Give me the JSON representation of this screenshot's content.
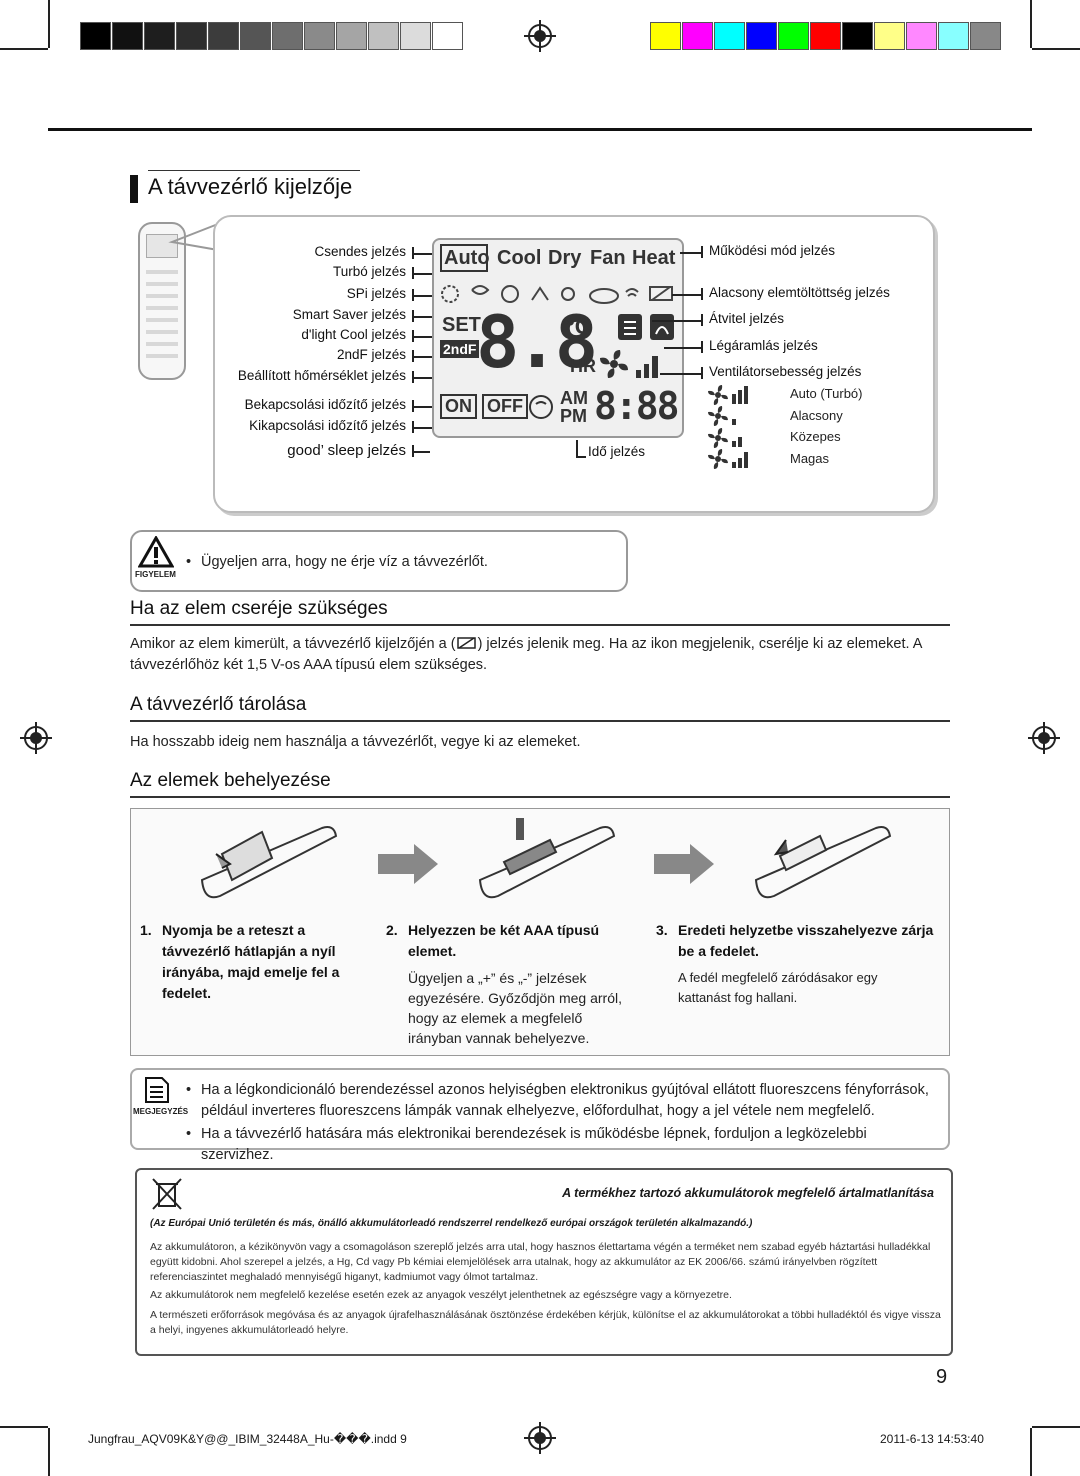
{
  "header": {
    "gray_bars": [
      "#000000",
      "#111111",
      "#1e1e1e",
      "#2d2d2d",
      "#3c3c3c",
      "#555555",
      "#6e6e6e",
      "#8a8a8a",
      "#a5a5a5",
      "#c0c0c0",
      "#dcdcdc",
      "#ffffff"
    ],
    "color_bars": [
      "#ffff00",
      "#ff00ff",
      "#00ffff",
      "#0000ff",
      "#00ff00",
      "#ff0000",
      "#000000",
      "#ffff88",
      "#ff88ff",
      "#88ffff",
      "#888888"
    ]
  },
  "section1": {
    "title": "A távvezérlő kijelzője"
  },
  "diagram": {
    "left_labels": [
      "Csendes jelzés",
      "Turbó jelzés",
      "SPi jelzés",
      "Smart Saver jelzés",
      "d'light Cool jelzés",
      "2ndF jelzés",
      "Beállított hőmérséklet jelzés",
      "Bekapcsolási időzítő jelzés",
      "Kikapcsolási időzítő jelzés",
      "good’ sleep jelzés"
    ],
    "lcd_modes": [
      "Auto",
      "Cool",
      "Dry",
      "Fan",
      "Heat"
    ],
    "lcd_set": "SET",
    "lcd_2ndf": "2ndF",
    "lcd_temp": "8.8",
    "lcd_celsius": "°C",
    "lcd_hr": "HR",
    "lcd_on": "ON",
    "lcd_off": "OFF",
    "lcd_am": "AM",
    "lcd_pm": "PM",
    "lcd_time": "8:88",
    "time_label": "Idő jelzés",
    "right_labels": [
      "Működési mód jelzés",
      "Alacsony elemtöltöttség jelzés",
      "Átvitel jelzés",
      "Légáramlás jelzés",
      "Ventilátorsebesség jelzés"
    ],
    "fan_speeds": [
      "Auto (Turbó)",
      "Alacsony",
      "Közepes",
      "Magas"
    ]
  },
  "warning": {
    "label": "FIGYELEM",
    "text": "Ügyeljen arra, hogy ne érje víz a távvezérlőt."
  },
  "section2": {
    "title": "Ha az elem cseréje szükséges",
    "text_a": "Amikor az elem kimerült, a távvezérlő kijelzőjén a (",
    "text_b": ") jelzés jelenik meg. Ha az ikon megjelenik, cserélje ki az elemeket. A",
    "text_c": "távvezérlőhöz két 1,5 V-os AAA típusú elem szükséges."
  },
  "section3": {
    "title": "A távvezérlő tárolása",
    "text": "Ha hosszabb ideig nem használja a távvezérlőt, vegye ki az elemeket."
  },
  "section4": {
    "title": "Az elemek behelyezése",
    "steps": [
      {
        "num": "1.",
        "title": "Nyomja be a reteszt a távvezérlő hátlapján a nyíl irányába, majd emelje fel a fedelet.",
        "text": ""
      },
      {
        "num": "2.",
        "title": "Helyezzen be két AAA típusú elemet.",
        "text": "Ügyeljen a „+” és „-” jelzések egyezésére. Győződjön meg arról, hogy az elemek a megfelelő irányban vannak behelyezve."
      },
      {
        "num": "3.",
        "title": "Eredeti helyzetbe visszahelyezve zárja be a fedelet.",
        "text": "A fedél megfelelő záródásakor egy kattanást fog hallani."
      }
    ]
  },
  "note": {
    "label": "MEGJEGYZÉS",
    "items": [
      "Ha a légkondicionáló berendezéssel azonos helyiségben elektronikus gyújtóval ellátott fluoreszcens fényforrások, például inverteres fluoreszcens lámpák vannak elhelyezve, előfordulhat, hogy a jel vétele nem megfelelő.",
      "Ha a távvezérlő hatására más elektronikai berendezések is működésbe lépnek, forduljon a legközelebbi szervizhez."
    ]
  },
  "disposal": {
    "title": "A termékhez tartozó akkumulátorok megfelelő ártalmatlanítása",
    "subtitle": "(Az Európai Unió területén és más, önálló akkumulátorleadó rendszerrel rendelkező európai országok területén alkalmazandó.)",
    "p1": "Az akkumulátoron, a kézikönyvön vagy a csomagoláson szereplő jelzés arra utal, hogy hasznos élettartama végén a terméket nem szabad egyéb háztartási hulladékkal együtt kidobni. Ahol szerepel a jelzés, a Hg, Cd vagy Pb kémiai elemjelölések arra utalnak, hogy az akkumulátor az EK 2006/66. számú irányelvben rögzített referenciaszintet meghaladó mennyiségű higanyt, kadmiumot vagy ólmot tartalmaz.",
    "p2": "Az akkumulátorok nem megfelelő kezelése esetén ezek az anyagok veszélyt jelenthetnek az egészségre vagy a környezetre.",
    "p3": "A természeti erőforrások megóvása és az anyagok újrafelhasználásának ösztönzése érdekében kérjük, különítse el az akkumulátorokat a többi hulladéktól és vigye vissza a helyi, ingyenes akkumulátorleadó helyre."
  },
  "page_number": "9",
  "footer": {
    "file": "Jungfrau_AQV09K&Y@@_IBIM_32448A_Hu-���.indd   9",
    "date": "2011-6-13   14:53:40"
  }
}
